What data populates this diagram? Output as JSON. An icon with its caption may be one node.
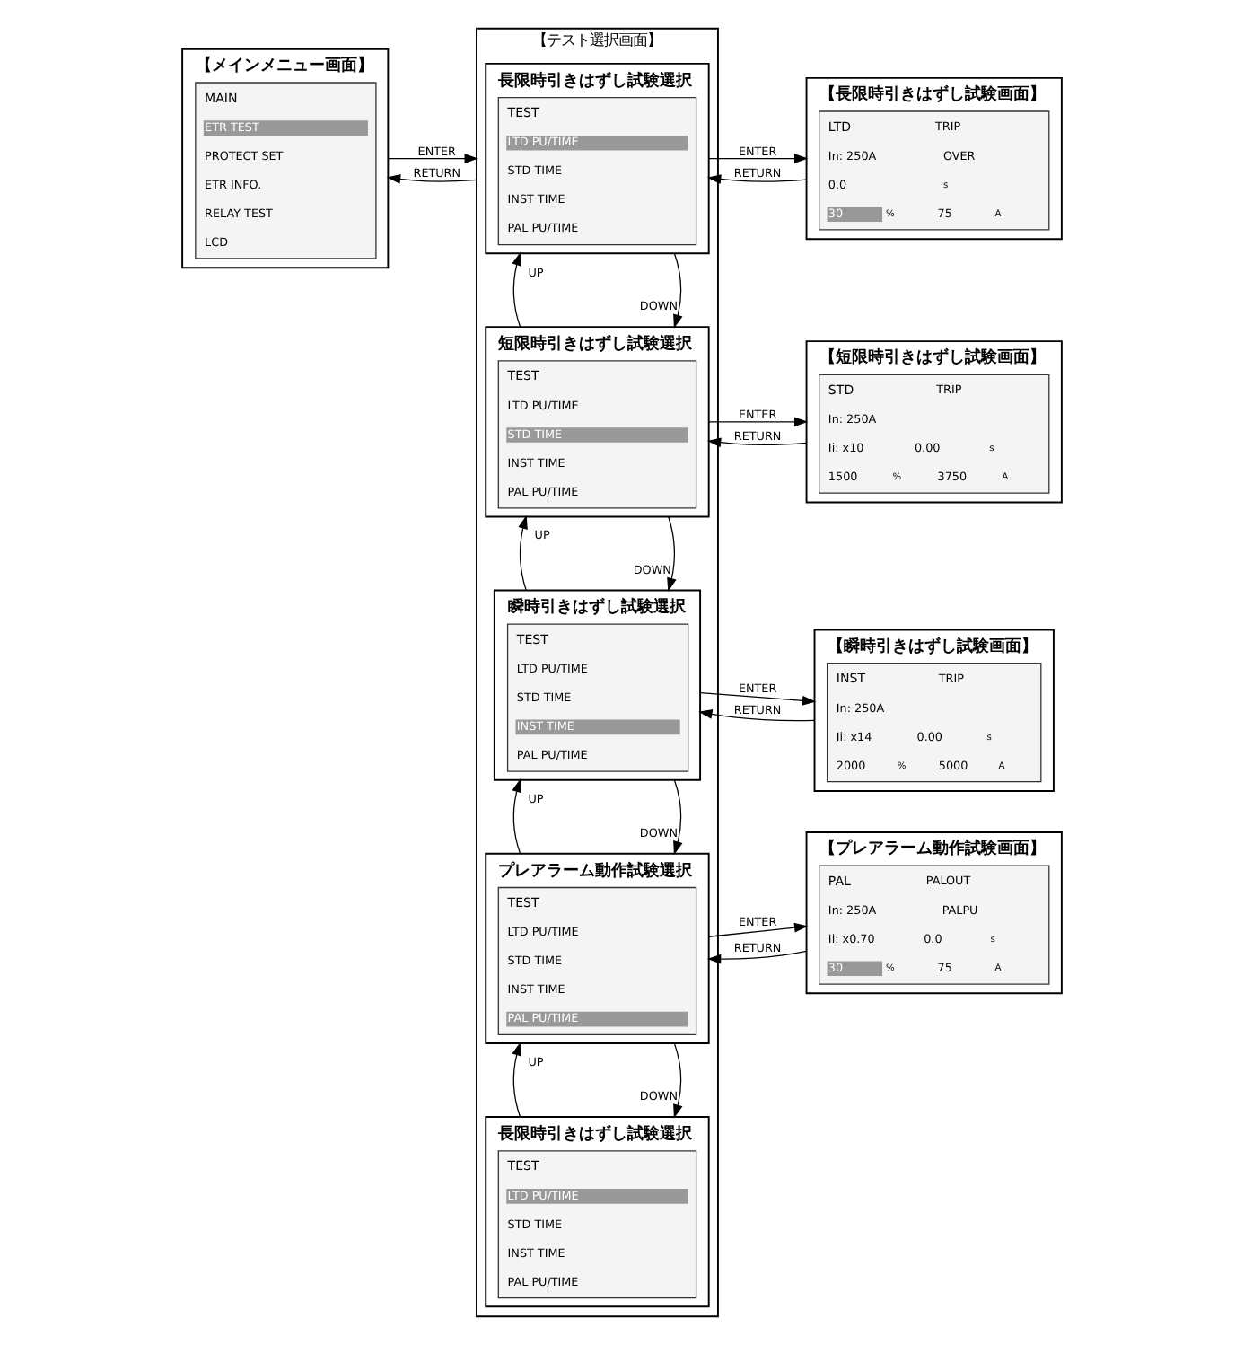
{
  "diagram": {
    "nodes": [
      {
        "text": [
          "【メインメニュー画面】",
          "MAIN",
          "ETR TEST",
          "PROTECT SET",
          "ETR INFO.",
          "RELAY TEST",
          "LCD"
        ]
      },
      {
        "text": [
          "【テスト選択画面】"
        ]
      },
      {
        "text": [
          "長限時引きはずし試験選択",
          "TEST",
          "LTD PU/TIME",
          "STD TIME",
          "INST TIME",
          "PAL PU/TIME"
        ],
        "in": 1
      },
      {
        "text": [
          "短限時引きはずし試験選択",
          "TEST",
          "LTD PU/TIME",
          "STD TIME",
          "INST TIME",
          "PAL PU/TIME"
        ],
        "in": 1
      },
      {
        "text": [
          "瞬時引きはずし試験選択",
          "TEST",
          "LTD PU/TIME",
          "STD TIME",
          "INST TIME",
          "PAL PU/TIME"
        ],
        "in": 1
      },
      {
        "text": [
          "プレアラーム動作試験選択",
          "TEST",
          "LTD PU/TIME",
          "STD TIME",
          "INST TIME",
          "PAL PU/TIME"
        ],
        "in": 1
      },
      {
        "text": [
          "長限時引きはずし試験選択",
          "TEST",
          "LTD PU/TIME",
          "STD TIME",
          "INST TIME",
          "PAL PU/TIME"
        ],
        "in": 1
      },
      {
        "text": [
          "【長限時引きはずし試験画面】",
          "LTD",
          "In: 250A",
          "TRIP",
          "OVER",
          "0.0",
          "s",
          "30",
          "%",
          "75",
          "A"
        ]
      },
      {
        "text": [
          "【短限時引きはずし試験画面】",
          "STD",
          "In: 250A",
          "Ii: x10",
          "TRIP",
          "0.00",
          "s",
          "1500",
          "%",
          "3750",
          "A"
        ]
      },
      {
        "text": [
          "【瞬時引きはずし試験画面】",
          "INST",
          "In: 250A",
          "Ii: x14",
          "TRIP",
          "0.00",
          "s",
          "2000",
          "%",
          "5000",
          "A"
        ]
      },
      {
        "text": [
          "【プレアラーム動作試験画面】",
          "PAL",
          "In: 250A",
          "Ii: x0.70",
          "PALOUT",
          "PALPU",
          "0.0",
          "s",
          "30",
          "%",
          "75",
          "A"
        ]
      }
    ],
    "edges": [
      {
        "from": 0,
        "to": 1,
        "arrow": "to",
        "label": "ENTER"
      },
      {
        "from": 1,
        "to": 0,
        "arrow": "to",
        "label": "RETURN"
      },
      {
        "from": 2,
        "to": 7,
        "arrow": "to",
        "label": "ENTER"
      },
      {
        "from": 7,
        "to": 2,
        "arrow": "to",
        "label": "RETURN"
      },
      {
        "from": 2,
        "to": 3,
        "arrow": "to",
        "label": "DOWN"
      },
      {
        "from": 3,
        "to": 2,
        "arrow": "to",
        "label": "UP"
      },
      {
        "from": 3,
        "to": 8,
        "arrow": "to",
        "label": "ENTER"
      },
      {
        "from": 8,
        "to": 3,
        "arrow": "to",
        "label": "RETURN"
      },
      {
        "from": 3,
        "to": 4,
        "arrow": "to",
        "label": "DOWN"
      },
      {
        "from": 4,
        "to": 3,
        "arrow": "to",
        "label": "UP"
      },
      {
        "from": 4,
        "to": 9,
        "arrow": "to",
        "label": "ENTER"
      },
      {
        "from": 9,
        "to": 4,
        "arrow": "to",
        "label": "RETURN"
      },
      {
        "from": 4,
        "to": 5,
        "arrow": "to",
        "label": "DOWN"
      },
      {
        "from": 5,
        "to": 4,
        "arrow": "to",
        "label": "UP"
      },
      {
        "from": 5,
        "to": 10,
        "arrow": "to",
        "label": "ENTER"
      },
      {
        "from": 10,
        "to": 5,
        "arrow": "to",
        "label": "RETURN"
      },
      {
        "from": 5,
        "to": 6,
        "arrow": "to",
        "label": "DOWN"
      },
      {
        "from": 6,
        "to": 5,
        "arrow": "to",
        "label": "UP"
      }
    ]
  }
}
